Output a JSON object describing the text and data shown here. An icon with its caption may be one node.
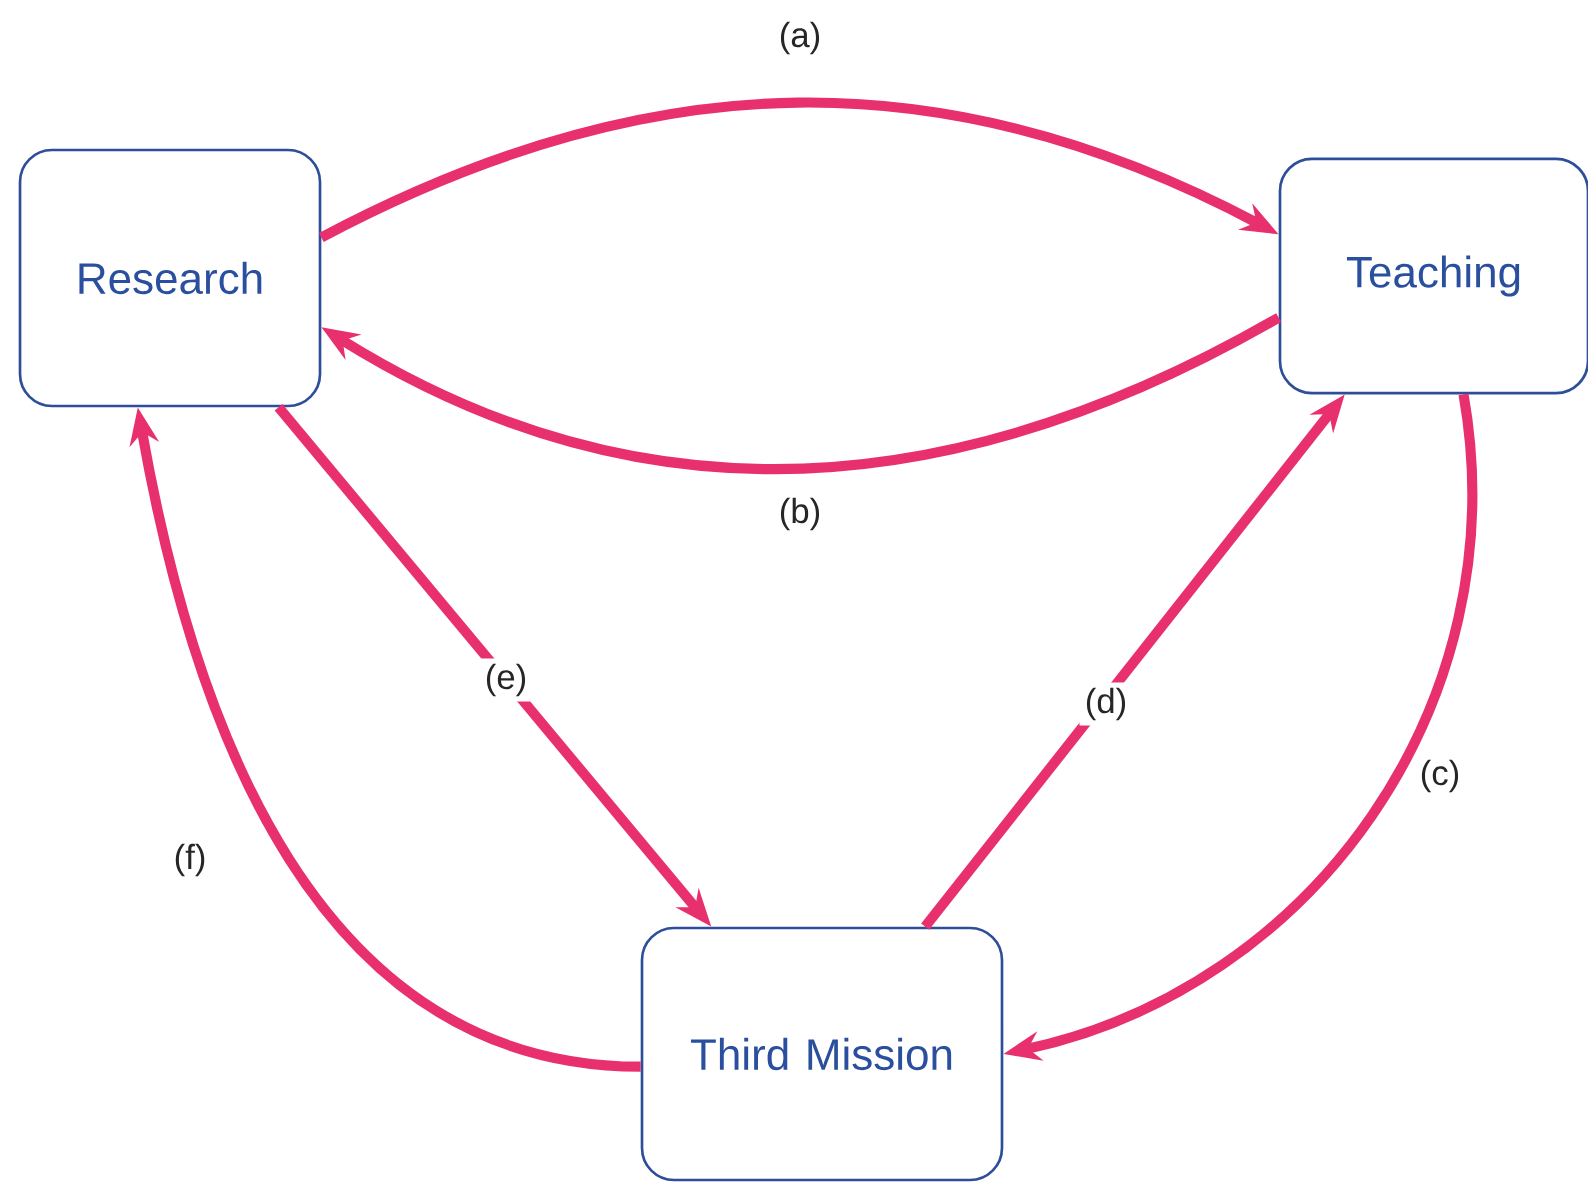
{
  "diagram": {
    "nodes": [
      {
        "text": [
          "Research"
        ]
      },
      {
        "text": [
          "Teaching"
        ]
      },
      {
        "text": [
          "Third Mission"
        ]
      }
    ],
    "edges": [
      {
        "from": 0,
        "to": 1,
        "arrow": "to",
        "label": "(a)"
      },
      {
        "from": 1,
        "to": 0,
        "arrow": "to",
        "label": "(b)"
      },
      {
        "from": 1,
        "to": 2,
        "arrow": "to",
        "label": "(c)"
      },
      {
        "from": 2,
        "to": 1,
        "arrow": "to",
        "label": "(d)"
      },
      {
        "from": 0,
        "to": 2,
        "arrow": "to",
        "label": "(e)"
      },
      {
        "from": 2,
        "to": 0,
        "arrow": "to",
        "label": "(f)"
      }
    ]
  }
}
